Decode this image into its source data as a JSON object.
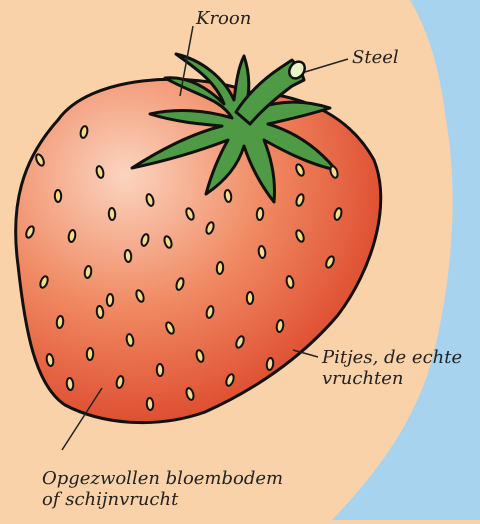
{
  "labels": {
    "crown": "Kroon",
    "stem": "Steel",
    "seeds_line1": "Pitjes, de echte",
    "seeds_line2": "vruchten",
    "receptacle_line1": "Opgezwollen bloembodem",
    "receptacle_line2": "of schijnvrucht"
  },
  "colors": {
    "background": "#f9d2a9",
    "side_panel": "#a7d3ee",
    "berry_light": "#fbd4c0",
    "berry_mid": "#f08a63",
    "berry_dark": "#d8391f",
    "leaf": "#4f9a45",
    "seed": "#f6dc8c",
    "outline": "#111111"
  }
}
